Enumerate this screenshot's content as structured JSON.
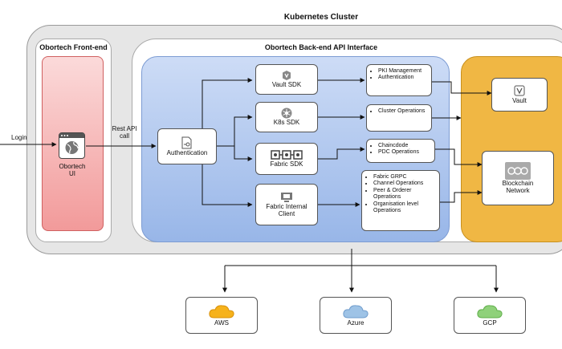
{
  "cluster": {
    "title": "Kubernetes Cluster"
  },
  "frontend": {
    "title": "Obortech Front-end",
    "ui_label": [
      "Obortech",
      "UI"
    ]
  },
  "backend": {
    "title": "Obortech Back-end API Interface"
  },
  "login_label": "Login",
  "rest_label": [
    "Rest API",
    "call"
  ],
  "authentication": "Authentication",
  "sdks": {
    "vault": "Vault SDK",
    "k8s": "K8s SDK",
    "fabric": "Fabric SDK",
    "fabric_client": [
      "Fabric Internal",
      "Client"
    ]
  },
  "notes": {
    "pki": [
      "PKI Management",
      "Authentication"
    ],
    "cluster": [
      "Cluster Operations"
    ],
    "chaincode": [
      "Chaincdode",
      "PDC Operations"
    ],
    "fabric": [
      "Fabric GRPC",
      "Channel Operations",
      "Peer & Orderer Operations",
      "Organisation level Operations"
    ]
  },
  "services": {
    "vault": "Vault",
    "blockchain": [
      "Blockchain",
      "Network"
    ]
  },
  "clouds": {
    "aws": {
      "label": "AWS",
      "color": "#f6b21b"
    },
    "azure": {
      "label": "Azure",
      "color": "#9ec3e6"
    },
    "gcp": {
      "label": "GCP",
      "color": "#8fd17a"
    }
  },
  "colors": {
    "cluster_bg": "#e6e6e6",
    "frontend_fill": "#f4a3a3",
    "backend_fill": "#a9c4ec",
    "services_fill": "#f0b744"
  }
}
